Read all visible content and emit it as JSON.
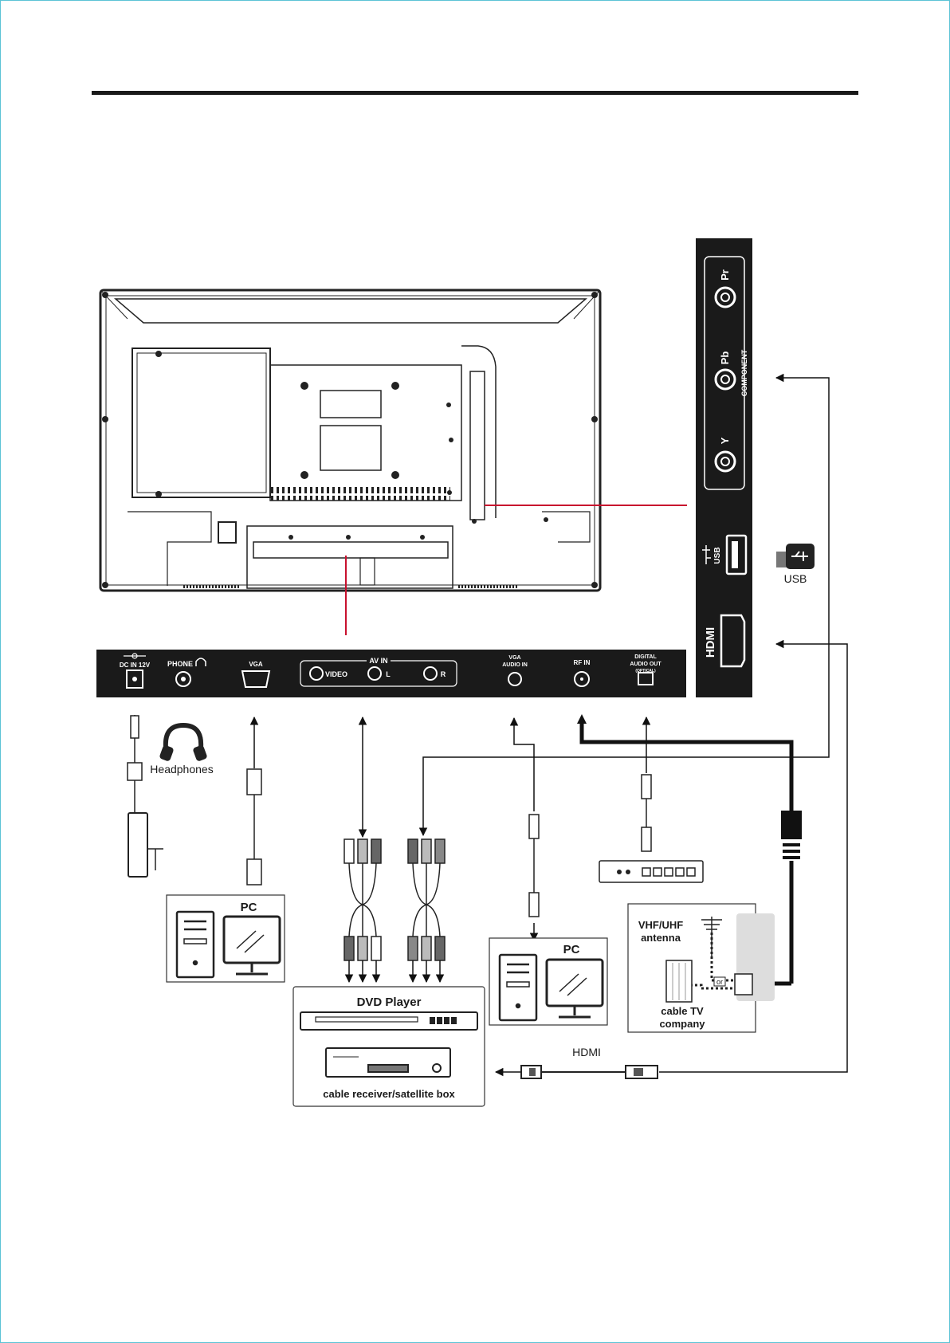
{
  "side_panel": {
    "component_label": "COMPONENT",
    "ports": {
      "pr": "Pr",
      "pb": "Pb",
      "y": "Y",
      "usb": "USB",
      "hdmi": "HDMI"
    }
  },
  "bottom_panel": {
    "ports": {
      "dc_in": "DC IN 12V",
      "phone": "PHONE",
      "vga": "VGA",
      "av_in": "AV IN",
      "video": "VIDEO",
      "left": "L",
      "right": "R",
      "vga_audio_line1": "VGA",
      "vga_audio_line2": "AUDIO IN",
      "rf_in": "RF IN",
      "digital_line1": "DIGITAL",
      "digital_line2": "AUDIO OUT",
      "digital_line3": "(OPTICAL)"
    }
  },
  "devices": {
    "usb": "USB",
    "headphones": "Headphones",
    "pc_vga": "PC",
    "pc_audio": "PC",
    "dvd_player": "DVD Player",
    "cable_receiver": "cable receiver/satellite box",
    "antenna_line1": "VHF/UHF",
    "antenna_line2": "antenna",
    "cable_co_line1": "cable TV",
    "cable_co_line2": "company",
    "or": "or",
    "hdmi_cable": "HDMI"
  },
  "colors": {
    "pointer_line": "#c8102e",
    "panel": "#1a1a1a",
    "frame": "#5cc3d6"
  }
}
